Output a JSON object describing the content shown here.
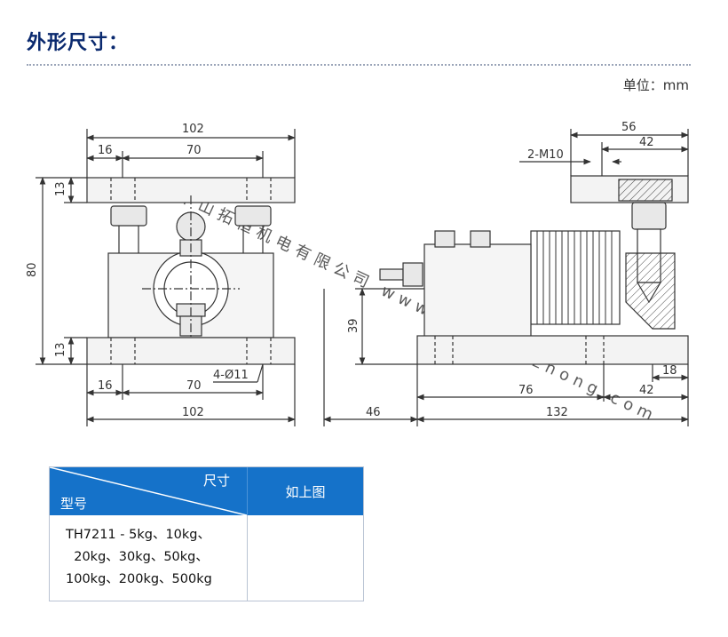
{
  "page": {
    "section_title": "外形尺寸：",
    "unit_label": "单位：mm"
  },
  "drawing": {
    "watermark": "中山拓恒机电有限公司 www.zschengzhong.com",
    "front_view": {
      "top_width": "102",
      "top_left_offset": "16",
      "top_center_span": "70",
      "plate_thickness_top": "13",
      "height": "80",
      "plate_thickness_bottom": "13",
      "hole_spec": "4-Ø11",
      "bottom_left_offset": "16",
      "bottom_center_span": "70",
      "bottom_width": "102"
    },
    "side_view": {
      "top_width": "56",
      "top_inner_span": "42",
      "thread_spec": "2-M10",
      "height_39": "39",
      "dim_18": "18",
      "dim_76": "76",
      "dim_42": "42",
      "dim_46": "46",
      "dim_132": "132"
    }
  },
  "spec_table": {
    "header_size": "尺寸",
    "header_model": "型号",
    "header_value": "如上图",
    "model_text": "TH7211 - 5kg、10kg、\n  20kg、30kg、50kg、\n100kg、200kg、500kg",
    "value_text": ""
  }
}
